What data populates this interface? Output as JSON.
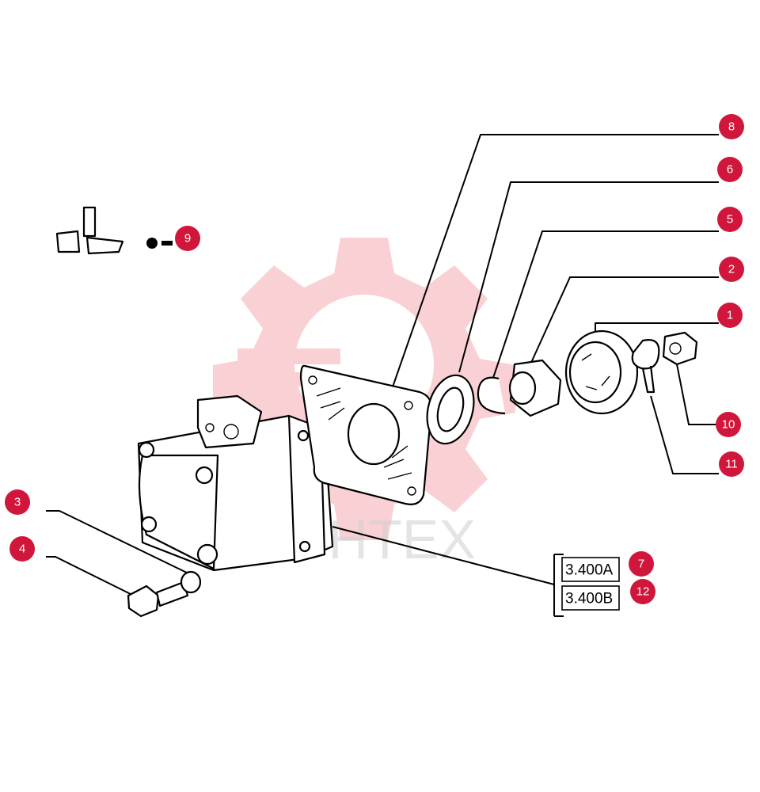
{
  "watermark": {
    "text": "IJHTEX",
    "color": "#f2a3a8"
  },
  "callouts": [
    {
      "id": "8",
      "label": "8"
    },
    {
      "id": "6",
      "label": "6"
    },
    {
      "id": "5",
      "label": "5"
    },
    {
      "id": "2",
      "label": "2"
    },
    {
      "id": "1",
      "label": "1"
    },
    {
      "id": "10",
      "label": "10"
    },
    {
      "id": "11",
      "label": "11"
    },
    {
      "id": "9",
      "label": "9"
    },
    {
      "id": "3",
      "label": "3"
    },
    {
      "id": "4",
      "label": "4"
    },
    {
      "id": "7",
      "label": "7"
    },
    {
      "id": "12",
      "label": "12"
    }
  ],
  "references": [
    {
      "code": "3.400A",
      "callout": "7"
    },
    {
      "code": "3.400B",
      "callout": "12"
    }
  ],
  "colors": {
    "badge": "#d0173b",
    "line": "#000000"
  }
}
